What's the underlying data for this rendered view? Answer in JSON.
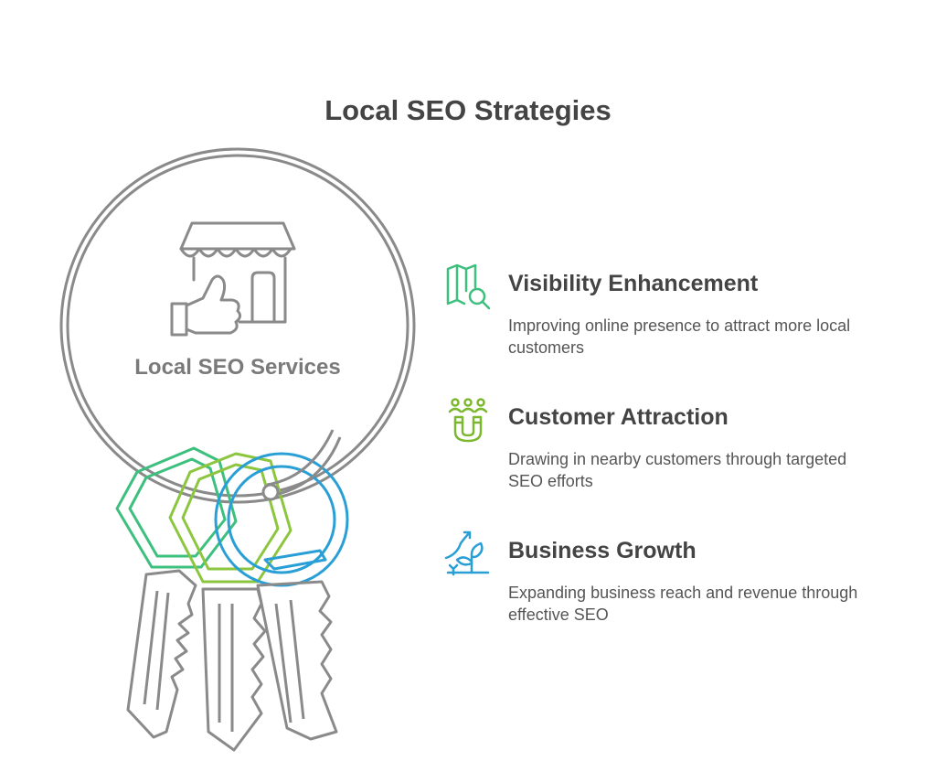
{
  "title": "Local SEO Strategies",
  "center": {
    "label": "Local SEO Services",
    "icon": "storefront-thumbs-up-icon"
  },
  "items": [
    {
      "title": "Visibility Enhancement",
      "description": "Improving online presence to attract more local customers",
      "icon": "map-search-icon",
      "color": "#3dbf7e"
    },
    {
      "title": "Customer Attraction",
      "description": "Drawing in nearby customers through targeted SEO efforts",
      "icon": "magnet-people-icon",
      "color": "#7cb82f"
    },
    {
      "title": "Business Growth",
      "description": "Expanding business reach and revenue through effective SEO",
      "icon": "growth-plant-icon",
      "color": "#2a9fd6"
    }
  ],
  "colors": {
    "ring": "#8a8a8a",
    "key_green": "#3dbf7e",
    "key_lime": "#8cc63f",
    "key_blue": "#2a9fd6"
  }
}
